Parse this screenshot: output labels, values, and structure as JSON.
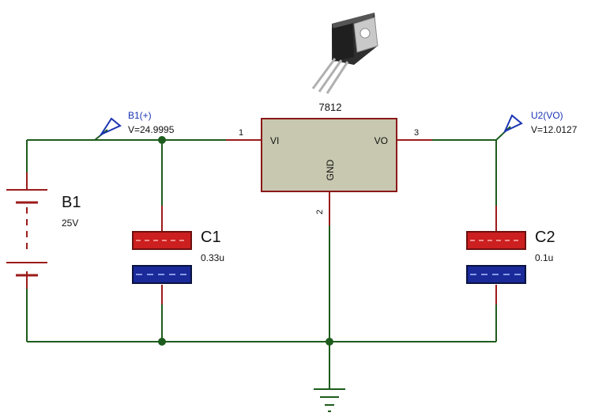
{
  "regulator": {
    "part_number": "7812",
    "pin_vi": "VI",
    "pin_vo": "VO",
    "pin_gnd": "GND",
    "pin1": "1",
    "pin2": "2",
    "pin3": "3"
  },
  "battery": {
    "name": "B1",
    "value": "25V"
  },
  "c1": {
    "name": "C1",
    "value": "0.33u"
  },
  "c2": {
    "name": "C2",
    "value": "0.1u"
  },
  "probe_in": {
    "name": "B1(+)",
    "reading": "V=24.9995"
  },
  "probe_out": {
    "name": "U2(VO)",
    "reading": "V=12.0127"
  },
  "colors": {
    "wire": "#1d5c1d",
    "pin": "#9c1b1b",
    "probe": "#1a33b3",
    "body_fill": "#c8c8b0",
    "body_stroke": "#8a1818",
    "cap_plus": "#cc1f1f",
    "cap_minus": "#1a2a99"
  }
}
